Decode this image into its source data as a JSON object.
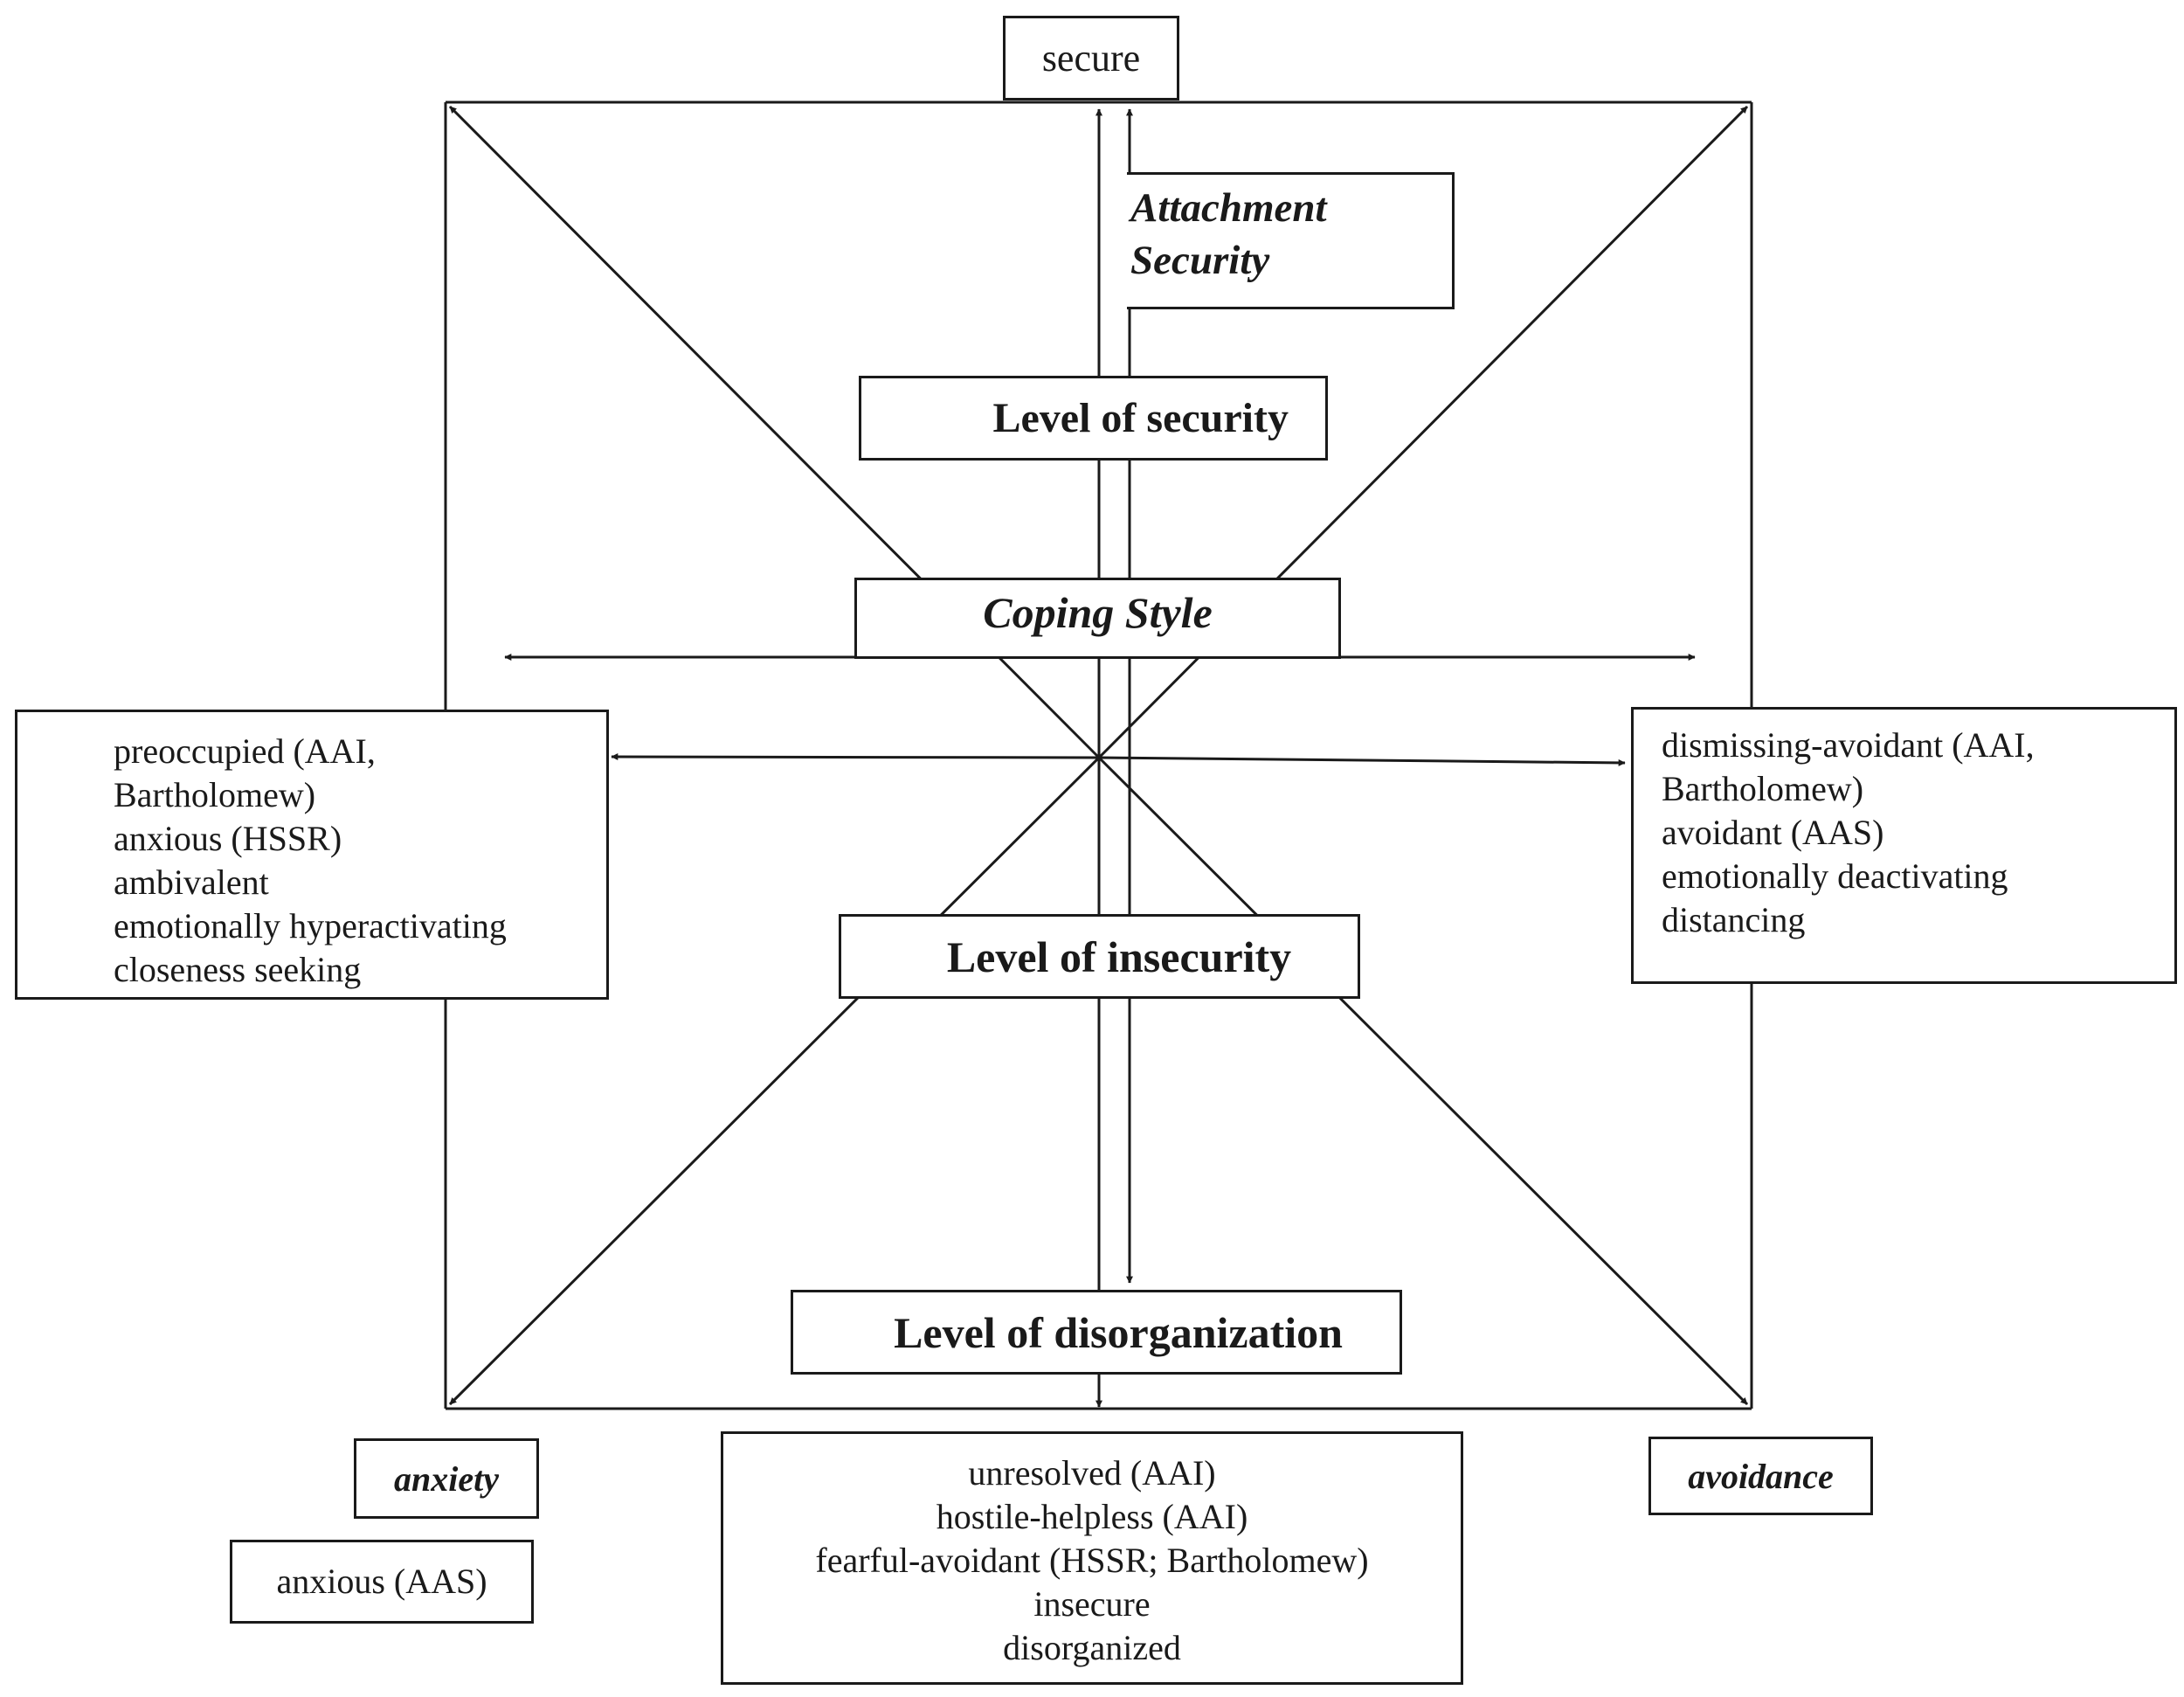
{
  "diagram": {
    "top_label": "secure",
    "attachment_security": [
      "Attachment",
      "Security"
    ],
    "level_security": "Level of security",
    "coping_style": "Coping Style",
    "level_insecurity": "Level of insecurity",
    "level_disorganization": "Level of disorganization",
    "left_styles": [
      "preoccupied (AAI,",
      "Bartholomew)",
      "anxious (HSSR)",
      "ambivalent",
      "emotionally hyperactivating",
      "closeness seeking"
    ],
    "right_styles": [
      "dismissing-avoidant (AAI,",
      "Bartholomew)",
      "avoidant (AAS)",
      "emotionally deactivating",
      "distancing"
    ],
    "anxiety_label": "anxiety",
    "anxious_aas": "anxious (AAS)",
    "avoidance_label": "avoidance",
    "bottom_styles": [
      "unresolved (AAI)",
      "hostile-helpless (AAI)",
      "fearful-avoidant (HSSR; Bartholomew)",
      "insecure",
      "disorganized"
    ]
  }
}
